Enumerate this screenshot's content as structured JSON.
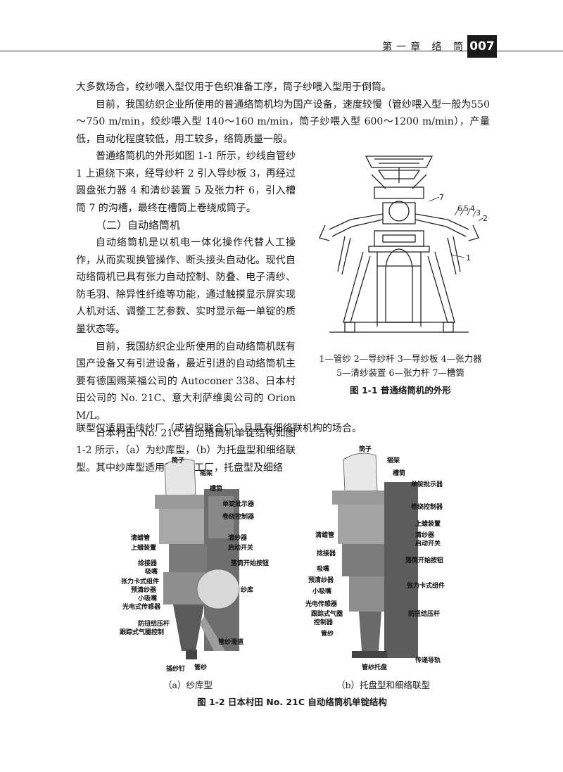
{
  "header": {
    "chapter": "第一章  络  筒",
    "page_number": "007"
  },
  "paragraphs": {
    "p1": "大多数场合，绞纱喂入型仅用于色织准备工序，筒子纱喂入型用于倒筒。",
    "p2": "目前，我国纺织企业所使用的普通络筒机均为国产设备，速度较慢（管纱喂入型一般为550～750 m/min，绞纱喂入型 140～160 m/min，筒子纱喂入型 600～1200 m/min），产量低，自动化程度较低，用工较多，络筒质量一般。",
    "p3": "普通络筒机的外形如图 1-1 所示，纱线自管纱 1 上退绕下来，经导纱杆 2 引入导纱板 3，再经过圆盘张力器 4 和清纱装置 5 及张力杆 6，引入槽筒 7 的沟槽，最终在槽筒上卷绕成筒子。",
    "heading": "（二）自动络筒机",
    "p4": "自动络筒机是以机电一体化操作代替人工操作，从而实现换管操作、断头接头自动化。现代自动络筒机已具有张力自动控制、防叠、电子清纱、防毛羽、除异性纤维等功能，通过触摸显示屏实现人机对话、调整工艺参数、实时显示每一单锭的质量状态等。",
    "p5": "目前，我国纺织企业所使用的自动络筒机既有国产设备又有引进设备，最近引进的自动络筒机主要有德国赐莱福公司的 Autoconer 338、日本村田公司的 No. 21C、意大利萨维奥公司的 Orion M/L。",
    "p6a": "日本村田 No. 21C 自动络筒机单锭结构如图 1-2 所示，（a）为纱库型，（b）为托盘型和细络联型。其中纱库型适用于任何工厂，托盘型及细络",
    "p6b": "联型仅适用于纺纱厂（或纺织联合厂）且具有细络联机构的场合。"
  },
  "figure1": {
    "numbers": [
      "7",
      "6",
      "5",
      "4",
      "3",
      "2",
      "1"
    ],
    "legend_line1": "1—管纱  2—导纱杆  3—导纱板  4—张力器",
    "legend_line2": "5—清纱装置  6—张力杆  7—槽筒",
    "caption": "图 1-1   普通络筒机的外形"
  },
  "figure2": {
    "left_labels": {
      "l1": "筒子",
      "l2": "摇架",
      "l3": "槽筒",
      "l4": "单锭批示器",
      "l5": "卷绕控制器",
      "l6": "清蜡管",
      "l7": "上蜡装置",
      "l8": "清纱器",
      "l9": "启动开关",
      "l10": "捻接器",
      "l11": "吸嘴",
      "l12": "落筒开始按钮",
      "l13": "张力卡式组件",
      "l14": "预清纱器",
      "l15": "小吸嘴",
      "l16": "光电式传感器",
      "l17": "纱库",
      "l18": "防扭结压杆",
      "l19": "跟踪式气圈控制",
      "l20": "管纱滑道",
      "l21": "插纱钉",
      "l22": "管纱"
    },
    "right_labels": {
      "r1": "筒子",
      "r2": "摇架",
      "r3": "槽筒",
      "r4": "单锭批示器",
      "r5": "卷绕控制器",
      "r6": "上蜡装置",
      "r7": "清蜡管",
      "r8": "清纱器",
      "r9": "启动开关",
      "r10": "捻接器",
      "r11": "落筒开始按钮",
      "r12": "吸嘴",
      "r13": "预清纱器",
      "r14": "小吸嘴",
      "r15": "张力卡式组件",
      "r16": "光电传感器",
      "r17": "跟踪式气圈",
      "r18": "控制器",
      "r19": "防扭结压杆",
      "r20": "管纱",
      "r21": "传递导轨",
      "r22": "管纱托盘"
    },
    "sub_a": "（a）纱库型",
    "sub_b": "（b）托盘型和细络联型",
    "caption": "图 1-2   日本村田 No. 21C 自动络筒机单锭结构"
  }
}
